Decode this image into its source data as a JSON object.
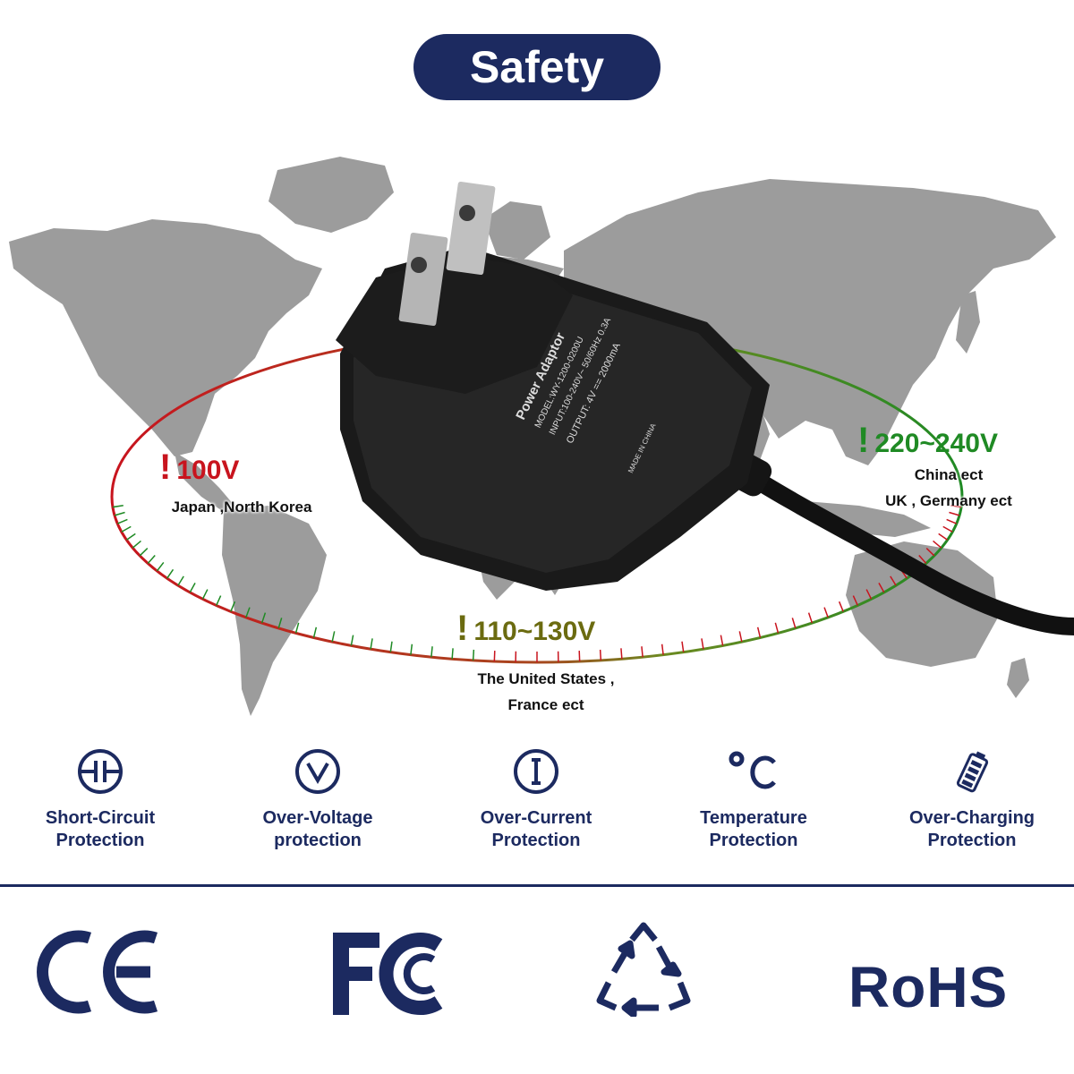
{
  "header": {
    "title": "Safety"
  },
  "adapter": {
    "label_title": "Power Adaptor",
    "label_line1": "MODEL:WY-1200-0200U",
    "label_line2": "INPUT:100-240V~ 50/60Hz 0.3A",
    "label_line3": "OUTPUT: 4V == 2000mA",
    "label_line4": "MADE IN CHINA"
  },
  "voltages": [
    {
      "value": "100V",
      "regions": [
        "Japan ,North Korea"
      ],
      "color": "#c8141e"
    },
    {
      "value": "220~240V",
      "regions": [
        "China ect",
        "UK , Germany ect"
      ],
      "color": "#1f8a24"
    },
    {
      "value": "110~130V",
      "regions": [
        "The United States ,",
        "France ect"
      ],
      "color": "#6b6b10"
    }
  ],
  "features": [
    {
      "icon": "short-circuit-icon",
      "label": "Short-Circuit\nProtection"
    },
    {
      "icon": "over-voltage-icon",
      "label": "Over-Voltage\nprotection"
    },
    {
      "icon": "over-current-icon",
      "label": "Over-Current\nProtection"
    },
    {
      "icon": "temperature-icon",
      "label": "Temperature\nProtection"
    },
    {
      "icon": "battery-icon",
      "label": "Over-Charging\nProtection"
    }
  ],
  "certifications": [
    {
      "icon": "ce-mark-icon",
      "text": "CE"
    },
    {
      "icon": "fcc-mark-icon",
      "text": "FC"
    },
    {
      "icon": "recycle-icon",
      "text": ""
    },
    {
      "icon": "rohs-mark-icon",
      "text": "RoHS"
    }
  ],
  "colors": {
    "brand": "#1c2a60",
    "map": "#9c9c9c",
    "red": "#c8141e",
    "green": "#1f8a24"
  }
}
